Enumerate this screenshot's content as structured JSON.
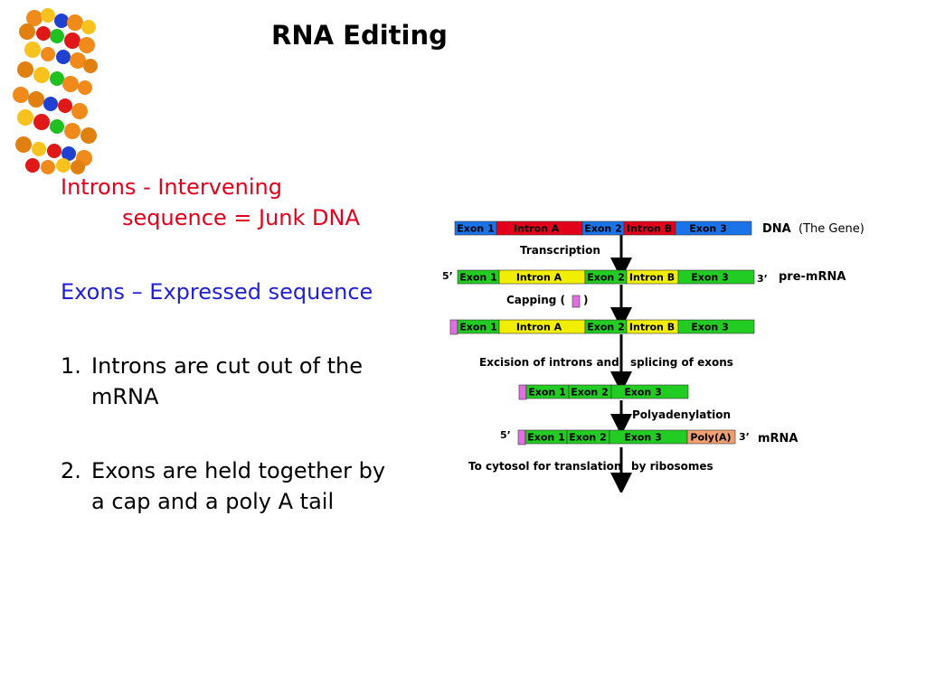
{
  "title": "RNA Editing",
  "bullets": {
    "introns_line1": "Introns - Intervening",
    "introns_line2": "sequence = Junk DNA",
    "exons": "Exons – Expressed sequence",
    "item1_num": "1.",
    "item1_line1": "Introns are cut out of the",
    "item1_line2": "mRNA",
    "item2_num": "2.",
    "item2_line1": "Exons are held together by",
    "item2_line2": "a cap and a poly A tail"
  },
  "diagram": {
    "exon1": "Exon 1",
    "intron_a": "Intron A",
    "exon2": "Exon 2",
    "intron_b": "Intron B",
    "exon3": "Exon 3",
    "poly_a": "Poly(A)",
    "five_prime": "5’",
    "three_prime": "3’",
    "dna_label": "DNA",
    "gene_label": "(The Gene)",
    "pre_mrna_label": "pre-mRNA",
    "mrna_label": "mRNA",
    "step_transcription": "Transcription",
    "step_capping_a": "Capping  (",
    "step_capping_b": ")",
    "step_excision_a": "Excision of introns and",
    "step_excision_b": "splicing of exons",
    "step_polyadenylation": "Polyadenylation",
    "step_cytosol_a": "To cytosol for translation",
    "step_cytosol_b": "by ribosomes",
    "colors": {
      "dna_exon": "#1a73e8",
      "dna_intron": "#e3001b",
      "exon": "#22cc22",
      "intron": "#f2ee00",
      "cap": "#e070e0",
      "poly_a": "#f0a070"
    }
  }
}
